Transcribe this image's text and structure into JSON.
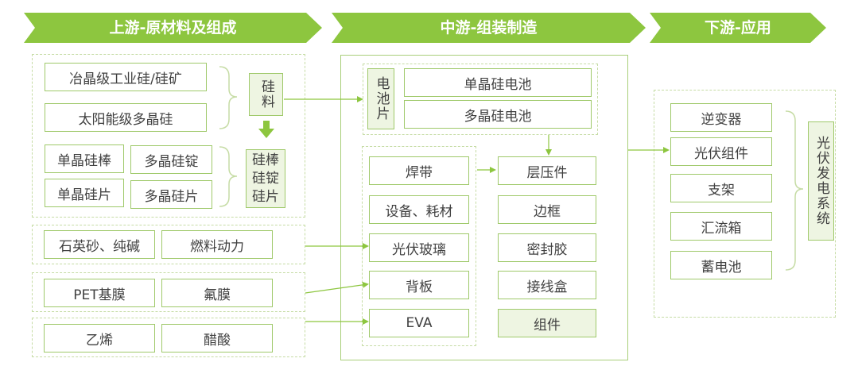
{
  "banners": {
    "upstream": "上游-原材料及组成",
    "midstream": "中游-组装制造",
    "downstream": "下游-应用"
  },
  "upstream": {
    "mg_silicon": "冶晶级工业硅/硅矿",
    "solar_poly": "太阳能级多晶硅",
    "silicon_material": "硅\n料",
    "mono_ingot": "单晶硅棒",
    "poly_ingot": "多晶硅锭",
    "mono_wafer": "单晶硅片",
    "poly_wafer": "多晶硅片",
    "rod_ingot_wafer": "硅棒\n硅锭\n硅片",
    "quartz": "石英砂、纯碱",
    "fuel": "燃料动力",
    "pet": "PET基膜",
    "fluoro": "氟膜",
    "ethylene": "乙烯",
    "acetic": "醋酸"
  },
  "midstream": {
    "cell": "电\n池\n片",
    "mono_cell": "单晶硅电池",
    "poly_cell": "多晶硅电池",
    "ribbon": "焊带",
    "equipment": "设备、耗材",
    "glass": "光伏玻璃",
    "backsheet": "背板",
    "eva": "EVA",
    "laminate": "层压件",
    "frame": "边框",
    "sealant": "密封胶",
    "junction": "接线盒",
    "module": "组件"
  },
  "downstream": {
    "inverter": "逆变器",
    "pv_module": "光伏组件",
    "bracket": "支架",
    "combiner": "汇流箱",
    "battery": "蓄电池",
    "system": "光伏发电系统"
  },
  "colors": {
    "banner": "#8dc63f",
    "border": "#9fc96a",
    "fill": "#eef5e2",
    "arrow": "#8dc63f"
  }
}
